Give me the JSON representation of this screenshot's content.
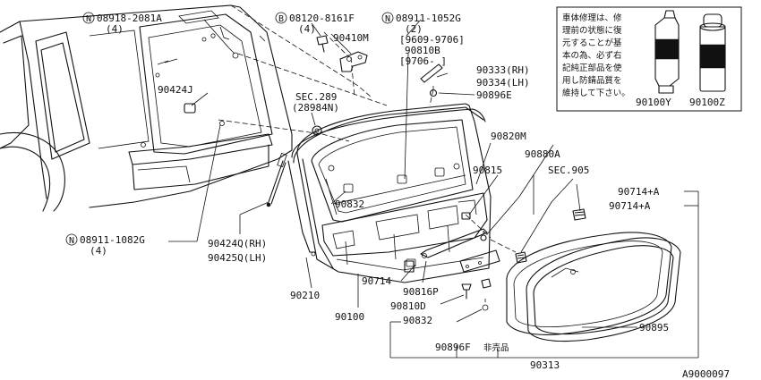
{
  "diagram": {
    "parts": {
      "p08918": {
        "prefix": "N",
        "number": "08918-2081A",
        "qty": "(4)"
      },
      "p08120": {
        "prefix": "B",
        "number": "08120-8161F",
        "qty": "(4)"
      },
      "p08911a": {
        "prefix": "N",
        "number": "08911-1052G",
        "qty": "(2)"
      },
      "p90410M": "90410M",
      "p90424J": "90424J",
      "p90810B": "90810B",
      "p9609": "[9609-9706]",
      "p9706": "[9706-      ]",
      "p90333": "90333(RH)",
      "p90334": "90334(LH)",
      "p90896E": "90896E",
      "sec289": "SEC.289",
      "sec289sub": "(28984N)",
      "p90832a": "90832",
      "p90820M": "90820M",
      "p90880A": "90880A",
      "p90815": "90815",
      "sec905": "SEC.905",
      "p90714A1": "90714+A",
      "p90714A2": "90714+A",
      "p08911b": {
        "prefix": "N",
        "number": "08911-1082G",
        "qty": "(4)"
      },
      "p90424Q": "90424Q(RH)",
      "p90425Q": "90425Q(LH)",
      "p90714": "90714",
      "p90816P": "90816P",
      "p90810D": "90810D",
      "p90832b": "90832",
      "p90210": "90210",
      "p90100": "90100",
      "p90895": "90895",
      "p90896F": "90896F",
      "notForSale": "非売品",
      "p90313": "90313",
      "p90100Y": "90100Y",
      "p90100Z": "90100Z"
    },
    "notice": {
      "lines": [
        "車体修理は、修",
        "理前の状態に復",
        "元することが基",
        "本の為、必ず右",
        "記純正部品を使",
        "用し防錆品質を",
        "維持して下さい。"
      ]
    },
    "figure_id": "A9000097"
  }
}
